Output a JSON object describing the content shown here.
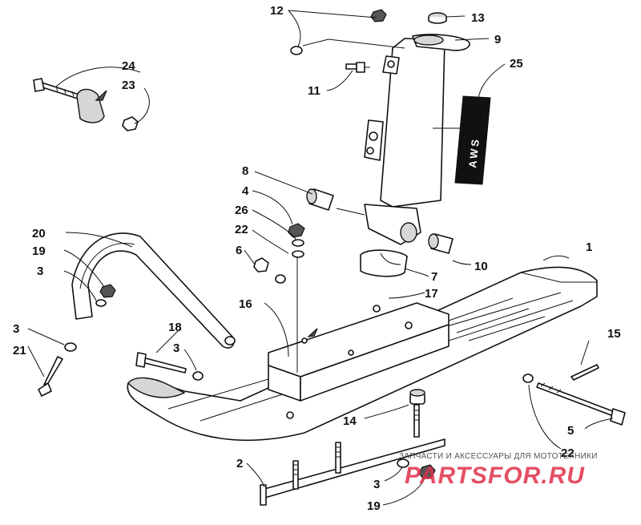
{
  "callouts": {
    "n1": "1",
    "n2": "2",
    "n3a": "3",
    "n3b": "3",
    "n3c": "3",
    "n3d": "3",
    "n4": "4",
    "n5": "5",
    "n6": "6",
    "n7": "7",
    "n8": "8",
    "n9": "9",
    "n10": "10",
    "n11": "11",
    "n12": "12",
    "n13": "13",
    "n14": "14",
    "n15": "15",
    "n16": "16",
    "n17": "17",
    "n18": "18",
    "n19a": "19",
    "n19b": "19",
    "n20": "20",
    "n21": "21",
    "n22a": "22",
    "n22b": "22",
    "n23": "23",
    "n24": "24",
    "n25": "25",
    "n26": "26"
  },
  "decal": {
    "text": "AWS"
  },
  "watermark": {
    "tagline": "ЗАПЧАСТИ И АКСЕССУАРЫ ДЛЯ МОТОТЕХНИКИ",
    "logo": "PARTSFOR.RU",
    "color": "#e0314a"
  }
}
